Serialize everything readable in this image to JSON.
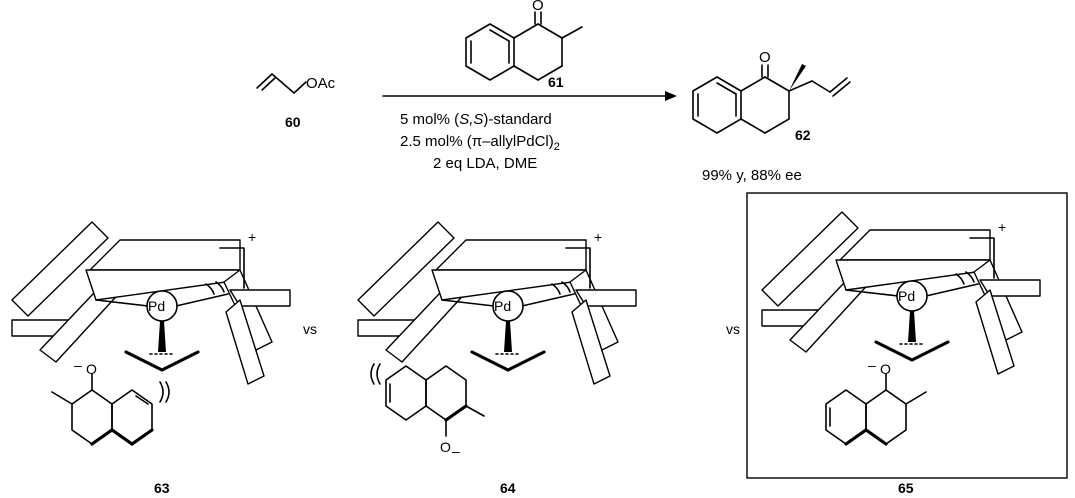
{
  "scheme": {
    "compounds": {
      "c60": {
        "number": "60",
        "substituent": "OAc"
      },
      "c61": {
        "number": "61",
        "atom_o": "O"
      },
      "c62": {
        "number": "62",
        "atom_o": "O",
        "result": "99% y, 88% ee"
      },
      "c63": {
        "number": "63",
        "anion": "O",
        "charge": "–"
      },
      "c64": {
        "number": "64",
        "anion": "O",
        "charge": "–"
      },
      "c65": {
        "number": "65",
        "anion": "O",
        "charge": "–"
      }
    },
    "conditions": {
      "line1_prefix": "5 mol% (",
      "line1_config": "S,S",
      "line1_suffix": ")-standard",
      "line2_prefix": "2.5 mol% (",
      "line2_pi": "π",
      "line2_suffix": "–allylPdCl)",
      "line2_sub": "2",
      "line3": "2 eq LDA, DME"
    },
    "metal": "Pd",
    "complex_charge": "+",
    "versus_1": "vs",
    "versus_2": "vs"
  }
}
